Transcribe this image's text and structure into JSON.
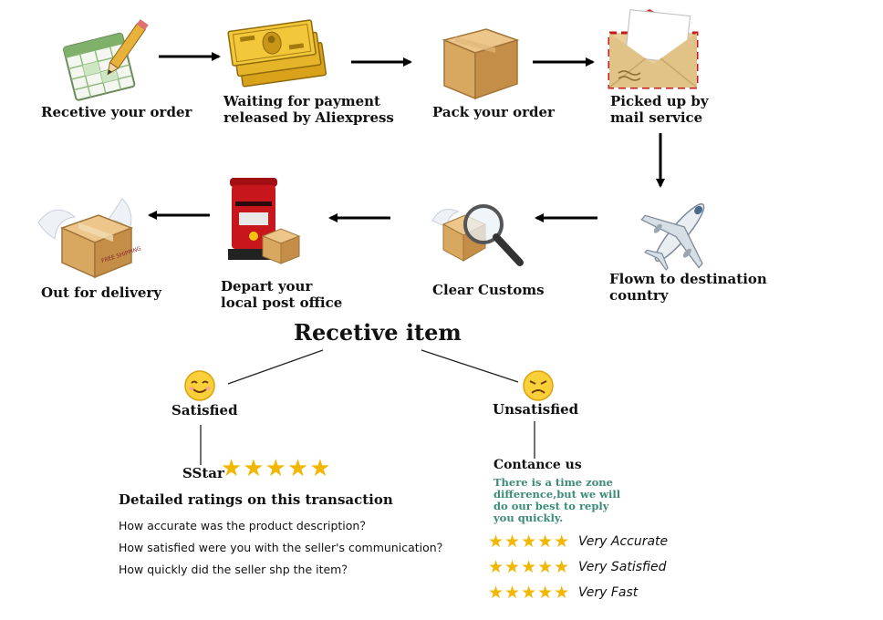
{
  "steps": {
    "receive_order": "Recetive your order",
    "waiting_payment_1": "Waiting for payment",
    "waiting_payment_2": "released by Aliexpress",
    "pack_order": "Pack your order",
    "picked_up_1": "Picked up by",
    "picked_up_2": "mail service",
    "flown_1": "Flown to destination",
    "flown_2": "country",
    "clear_customs": "Clear Customs",
    "depart_1": "Depart your",
    "depart_2": "local post office",
    "out_for_delivery": "Out for delivery"
  },
  "receive_item": {
    "title": "Recetive item",
    "satisfied": {
      "label": "Satisfied",
      "star_label": "SStar",
      "stars": "★★★★★",
      "ratings_heading": "Detailed ratings on this transaction",
      "questions": [
        "How accurate was the product description？",
        "How satisfied were you with the seller's communication？",
        "How quickly did the seller shp the item？"
      ]
    },
    "unsatisfied": {
      "label": "Unsatisfied",
      "contact": "Contance us",
      "note_lines": [
        "There is a time zone",
        "difference,but we will",
        "do  our best to reply",
        "you quickly."
      ],
      "ratings": [
        {
          "stars": "★★★★★",
          "text": "Very Accurate"
        },
        {
          "stars": "★★★★★",
          "text": "Very Satisfied"
        },
        {
          "stars": "★★★★★",
          "text": "Very Fast"
        }
      ]
    }
  },
  "colors": {
    "star": "#f2b705",
    "note_green": "#3c8a78",
    "box": "#d9a860",
    "mailbox_red": "#c8161d",
    "envelope_red": "#d9232a"
  },
  "stamp_text": "FREE SHIPPING",
  "icons": [
    "calendar-icon",
    "money-icon",
    "box-icon",
    "envelope-icon",
    "airplane-icon",
    "magnifier-icon",
    "mailbox-icon",
    "winged-box-icon",
    "smiley-satisfied-icon",
    "smiley-unsatisfied-icon"
  ]
}
